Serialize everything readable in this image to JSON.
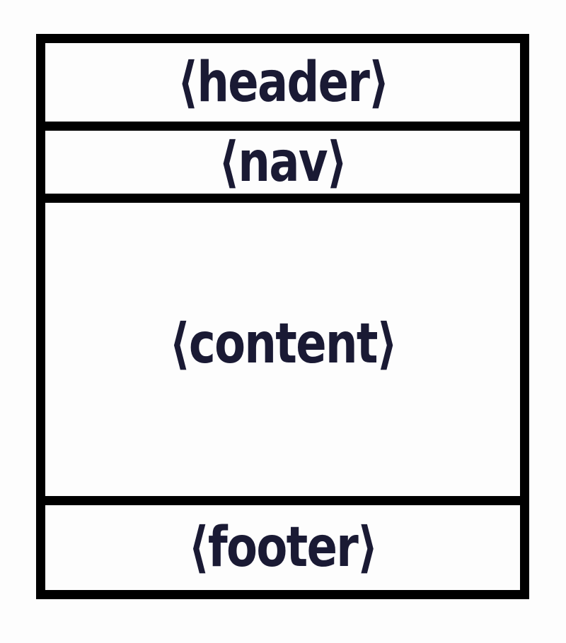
{
  "diagram": {
    "title": "semantic-page-layout",
    "background_color": "#fdfdfd",
    "border_color": "#000000",
    "text_color": "#1a1a34",
    "sections": [
      {
        "id": "header",
        "label": "⟨header⟩"
      },
      {
        "id": "nav",
        "label": "⟨nav⟩"
      },
      {
        "id": "content",
        "label": "⟨content⟩"
      },
      {
        "id": "footer",
        "label": "⟨footer⟩"
      }
    ]
  }
}
